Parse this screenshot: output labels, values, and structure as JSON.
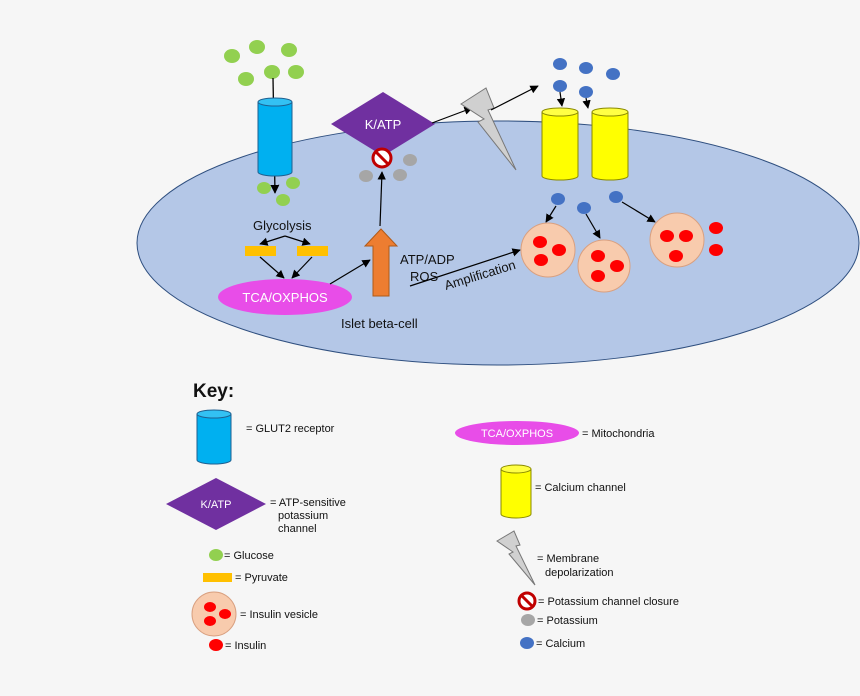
{
  "labels": {
    "glycolysis": "Glycolysis",
    "tca": "TCA/OXPHOS",
    "katp": "K/ATP",
    "atp_adp": "ATP/ADP",
    "ros": "ROS",
    "amplification": "Amplification",
    "cell": "Islet beta-cell"
  },
  "key": {
    "title": "Key:",
    "glut2": "= GLUT2 receptor",
    "katp_tag": "K/ATP",
    "katp_line1": "= ATP-sensitive",
    "katp_line2": "potassium",
    "katp_line3": "channel",
    "glucose": "= Glucose",
    "pyruvate": "= Pyruvate",
    "vesicle": "= Insulin vesicle",
    "insulin": "= Insulin",
    "tca_tag": "TCA/OXPHOS",
    "mito": "= Mitochondria",
    "calcium_channel": "= Calcium channel",
    "depol_line1": "= Membrane",
    "depol_line2": "depolarization",
    "closure": "= Potassium channel closure",
    "potassium": "= Potassium",
    "calcium": "= Calcium"
  },
  "colors": {
    "cell_fill": "#b4c7e7",
    "cell_stroke": "#2f4f7f",
    "glucose": "#92d050",
    "glut2": "#00b0f0",
    "pyruvate": "#ffc000",
    "mito": "#e84de8",
    "katp": "#7030a0",
    "calcium_channel": "#ffff00",
    "calcium": "#4472c4",
    "potassium": "#a6a6a6",
    "vesicle": "#f8cbad",
    "insulin": "#ff0000",
    "arrow_up": "#ed7d31",
    "bolt": "#d0d0d0"
  }
}
